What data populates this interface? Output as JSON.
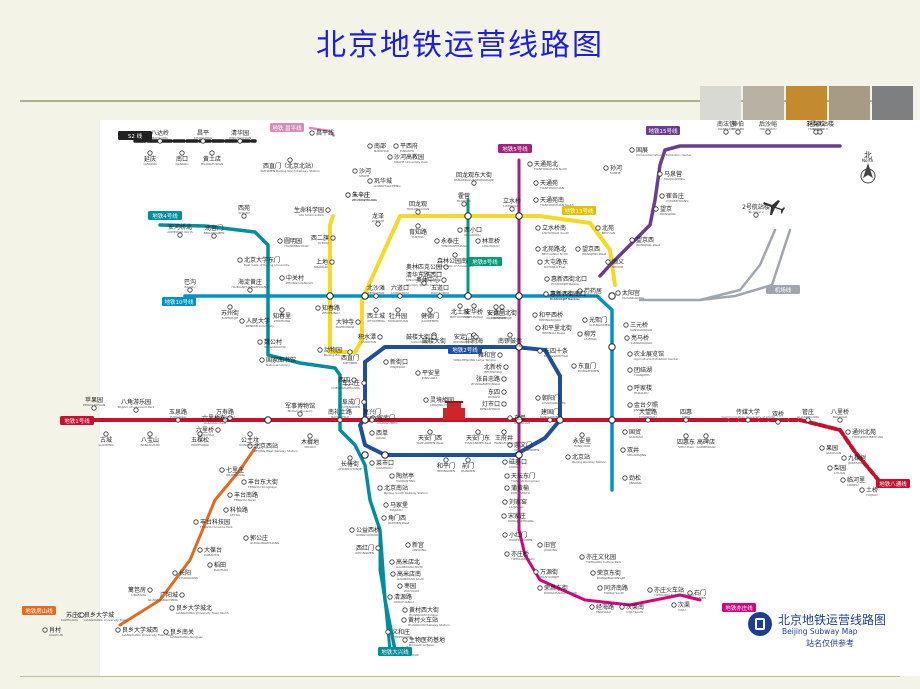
{
  "title": "北京地铁运营线路图",
  "logo": {
    "cn": "北京地铁运营线路图",
    "en": "Beijing Subway Map",
    "note": "站名仅供参考"
  },
  "north": {
    "cn": "北",
    "en": "North"
  },
  "colors": {
    "line1": "#c8102e",
    "line2": "#1f4e9c",
    "line4": "#008e9c",
    "line5": "#a6217f",
    "line8": "#009b77",
    "line10": "#0092c7",
    "line13": "#f4da23",
    "line15": "#6a3d8f",
    "changping": "#d98ab7",
    "fangshan": "#e46b1c",
    "daxing": "#008e9c",
    "yizhuang": "#d4007f",
    "batong": "#c8102e",
    "airport": "#a0a6ae",
    "title": "#1a1fe0"
  },
  "lines": [
    {
      "id": "s2",
      "label": "S2 线"
    },
    {
      "id": "changping",
      "label": "地铁 昌平线"
    },
    {
      "id": "line1",
      "label": "地铁1号线"
    },
    {
      "id": "line2",
      "label": "地铁2号线"
    },
    {
      "id": "line4",
      "label": "地铁4号线"
    },
    {
      "id": "line5",
      "label": "地铁5号线"
    },
    {
      "id": "line8",
      "label": "地铁8号线"
    },
    {
      "id": "line10",
      "label": "地铁10号线"
    },
    {
      "id": "line13",
      "label": "地铁13号线"
    },
    {
      "id": "line15",
      "label": "地铁15号线"
    },
    {
      "id": "fangshan",
      "label": "地铁房山线"
    },
    {
      "id": "daxing",
      "label": "地铁大兴线"
    },
    {
      "id": "yizhuang",
      "label": "地铁亦庄线"
    },
    {
      "id": "batong",
      "label": "地铁八通线"
    },
    {
      "id": "airport",
      "label": "机场线"
    }
  ],
  "stations": [
    {
      "name": "八达岭",
      "en": "BADALING"
    },
    {
      "name": "昌平",
      "en": "CHANGPING"
    },
    {
      "name": "清华园",
      "en": "QINGHUAYUAN"
    },
    {
      "name": "延庆",
      "en": "YANQING"
    },
    {
      "name": "南口",
      "en": "NANKOU"
    },
    {
      "name": "黄土店",
      "en": "HUANGTUDIAN"
    },
    {
      "name": "西直门（北京北站）",
      "en": "XIZHIMEN Beijing North Railway Station"
    },
    {
      "name": "昌平线",
      "en": ""
    },
    {
      "name": "西二旗",
      "en": "XI'ERQI"
    },
    {
      "name": "生命科学园",
      "en": "Life Science Park"
    },
    {
      "name": "朱辛庄",
      "en": "ZHUXINZHUANG"
    },
    {
      "name": "巩华城",
      "en": "GONGHUACHENG"
    },
    {
      "name": "沙河",
      "en": "SHAHE"
    },
    {
      "name": "沙河高教园",
      "en": "SHAHE University Park"
    },
    {
      "name": "南邵",
      "en": "NANSHAO"
    },
    {
      "name": "回龙观",
      "en": "HUILONGGUAN"
    },
    {
      "name": "霍营",
      "en": "HUOYING"
    },
    {
      "name": "立水桥",
      "en": "LISHUIQIAO"
    },
    {
      "name": "回龙观东大街",
      "en": "HUILONGGUANDONGDAJIE"
    },
    {
      "name": "龙泽",
      "en": "LONGZE"
    },
    {
      "name": "平西府",
      "en": "PINGXIFU"
    },
    {
      "name": "育知路",
      "en": "YUZHILU"
    },
    {
      "name": "朱辛庄",
      "en": "ZHUXINZHUANG"
    },
    {
      "name": "西小口",
      "en": "XIXIAOKOU"
    },
    {
      "name": "永泰庄",
      "en": "YONGTAIZHUANG"
    },
    {
      "name": "林萃桥",
      "en": "LINCUIQIAO"
    },
    {
      "name": "森林公园南门",
      "en": "South Gate of Forest Park"
    },
    {
      "name": "奥林匹克公园",
      "en": "Olympic Green"
    },
    {
      "name": "奥体中心",
      "en": "Olympic Sports Center"
    },
    {
      "name": "北土城",
      "en": "BEITUCHENG"
    },
    {
      "name": "安华桥",
      "en": "ANHUAQIAO"
    },
    {
      "name": "安德里北街",
      "en": "ANDELIBEIJIE"
    },
    {
      "name": "鼓楼大街",
      "en": "GULOUDAJIE"
    },
    {
      "name": "什刹海",
      "en": "SHICHAHAI"
    },
    {
      "name": "南锣鼓巷",
      "en": "NANLUOGUXIANG"
    },
    {
      "name": "天通苑北",
      "en": "TIANTONGYUAN North"
    },
    {
      "name": "天通苑",
      "en": "TIANTONGYUAN"
    },
    {
      "name": "天通苑南",
      "en": "TIANTONGYUAN South"
    },
    {
      "name": "立水桥南",
      "en": "LISHUIQIAO South"
    },
    {
      "name": "北苑路北",
      "en": "BEIYUANLU North"
    },
    {
      "name": "大屯路东",
      "en": "DATUNLU East"
    },
    {
      "name": "惠新西街北口",
      "en": "HUIXINXIJIE Beikou"
    },
    {
      "name": "惠新西街南口",
      "en": "HUIXINXIJIE Nankou"
    },
    {
      "name": "和平西桥",
      "en": "HEPINGXIQIAO"
    },
    {
      "name": "和平里北街",
      "en": "HEPINGLI Beijie"
    },
    {
      "name": "雍和宫",
      "en": "YONGHEGONG Lama Temple"
    },
    {
      "name": "北新桥",
      "en": "BEIXINQIAO"
    },
    {
      "name": "张自忠路",
      "en": "ZHANGZIZHONGLU"
    },
    {
      "name": "东四",
      "en": "DONGSI"
    },
    {
      "name": "灯市口",
      "en": "DENGSHIKOU"
    },
    {
      "name": "东单",
      "en": "DONGDAN"
    },
    {
      "name": "崇文门",
      "en": "CHONGWENMEN"
    },
    {
      "name": "磁器口",
      "en": "CIQIKOU"
    },
    {
      "name": "天坛东门",
      "en": "TIANTAN Dongmen"
    },
    {
      "name": "蒲黄榆",
      "en": "PUHUANGYU"
    },
    {
      "name": "刘家窑",
      "en": "LIUJIAYAO"
    },
    {
      "name": "宋家庄",
      "en": "SONGJIAZHUANG"
    },
    {
      "name": "北沙滩",
      "en": "BEISHATAN"
    },
    {
      "name": "六道口",
      "en": "LIUDAOKOU"
    },
    {
      "name": "清华东路西口",
      "en": "QINGHUADONGLU Xikou"
    },
    {
      "name": "五道口",
      "en": "WUDAOKOU"
    },
    {
      "name": "知春路",
      "en": "ZHICHUNLU"
    },
    {
      "name": "大钟寺",
      "en": "DAZHONGSI"
    },
    {
      "name": "西直门",
      "en": "XIZHIMEN"
    },
    {
      "name": "上地",
      "en": "SHANGDI"
    },
    {
      "name": "北苑",
      "en": "BEIYUAN"
    },
    {
      "name": "望京西",
      "en": "WANGJING West"
    },
    {
      "name": "芍药居",
      "en": "SHAOYAOJU"
    },
    {
      "name": "光熙门",
      "en": "GUANGXIMEN"
    },
    {
      "name": "柳芳",
      "en": "LIUFANG"
    },
    {
      "name": "东直门",
      "en": "DONGZHIMEN"
    },
    {
      "name": "巴沟",
      "en": "BAGOU"
    },
    {
      "name": "苏州街",
      "en": "SUZHOUJIE"
    },
    {
      "name": "海淀黄庄",
      "en": "HAIDIANHUANGZHUANG"
    },
    {
      "name": "知春里",
      "en": "ZHICHUNLI"
    },
    {
      "name": "西土城",
      "en": "XITUCHENG"
    },
    {
      "name": "牡丹园",
      "en": "MUDANYUAN"
    },
    {
      "name": "健德门",
      "en": "JIANDEMEN"
    },
    {
      "name": "安贞门",
      "en": "ANZHENMEN"
    },
    {
      "name": "惠新西街南口",
      "en": "HUIXINXIJIE Nankou"
    },
    {
      "name": "太阳宫",
      "en": "TAIYANGGONG"
    },
    {
      "name": "三元桥",
      "en": "SANYUANQIAO"
    },
    {
      "name": "亮马桥",
      "en": "LIANGMAQIAO"
    },
    {
      "name": "农业展览馆",
      "en": "Agricultural Exhibition Center"
    },
    {
      "name": "团结湖",
      "en": "TUANJIEHU"
    },
    {
      "name": "呼家楼",
      "en": "HUJIALOU"
    },
    {
      "name": "金台夕照",
      "en": "JINTAIXIZHAO"
    },
    {
      "name": "国贸",
      "en": "GUOMAO"
    },
    {
      "name": "双井",
      "en": "SHUANGJING"
    },
    {
      "name": "劲松",
      "en": "JINSONG"
    },
    {
      "name": "安河桥北",
      "en": "ANHEQIAO North"
    },
    {
      "name": "北宫门",
      "en": "BEIGONGMEN"
    },
    {
      "name": "西苑",
      "en": "XIYUAN"
    },
    {
      "name": "圆明园",
      "en": "YUANMINGYUAN"
    },
    {
      "name": "北京大学东门",
      "en": "East Gate of Peking University"
    },
    {
      "name": "中关村",
      "en": "ZHONGGUANCUN"
    },
    {
      "name": "人民大学",
      "en": "RENMIN University"
    },
    {
      "name": "魏公村",
      "en": "WEIGONGCUN"
    },
    {
      "name": "国家图书馆",
      "en": "National Library"
    },
    {
      "name": "动物园",
      "en": "Beijing Zoo"
    },
    {
      "name": "新街口",
      "en": "XINJIEKOU"
    },
    {
      "name": "平安里",
      "en": "PING'ANLI"
    },
    {
      "name": "西四",
      "en": "XISI"
    },
    {
      "name": "灵境胡同",
      "en": "LINGJING Hutong"
    },
    {
      "name": "西单",
      "en": "XIDAN"
    },
    {
      "name": "宣武门",
      "en": "XUANWUMEN"
    },
    {
      "name": "菜市口",
      "en": "CAISHIKOU"
    },
    {
      "name": "陶然亭",
      "en": "TAORANTING"
    },
    {
      "name": "北京南站",
      "en": "Beijing South Railway Station"
    },
    {
      "name": "马家堡",
      "en": "MAJIAPU"
    },
    {
      "name": "角门西",
      "en": "JIAOMEN West"
    },
    {
      "name": "公益西桥",
      "en": "GONGYIXIQIAO"
    },
    {
      "name": "新宫",
      "en": "XINGONG"
    },
    {
      "name": "西红门",
      "en": "XIHONGMEN"
    },
    {
      "name": "高米店北",
      "en": "GAOMIDIAN North"
    },
    {
      "name": "高米店南",
      "en": "GAOMIDIAN South"
    },
    {
      "name": "枣园",
      "en": "ZAOYUAN"
    },
    {
      "name": "清源路",
      "en": "QINGYUANLU"
    },
    {
      "name": "黄村西大街",
      "en": "HUANGCUN Xidajie"
    },
    {
      "name": "黄村火车站",
      "en": "HUANGCUN Railway Station"
    },
    {
      "name": "义和庄",
      "en": "YIHEZHUANG"
    },
    {
      "name": "生物医药基地",
      "en": "Biomedical Base"
    },
    {
      "name": "天宫院",
      "en": "TIANGONGYUAN"
    },
    {
      "name": "苹果园",
      "en": "PINGGUOYUAN"
    },
    {
      "name": "古城",
      "en": "GUCHENG"
    },
    {
      "name": "八角游乐园",
      "en": "BAJIAO Amusement Park"
    },
    {
      "name": "八宝山",
      "en": "BABAOSHAN"
    },
    {
      "name": "玉泉路",
      "en": "YUQUANLU"
    },
    {
      "name": "五棵松",
      "en": "WUKESONG"
    },
    {
      "name": "万寿路",
      "en": "WANSHOULU"
    },
    {
      "name": "公主坟",
      "en": "GONGZHUFEN"
    },
    {
      "name": "军事博物馆",
      "en": "Military Museum"
    },
    {
      "name": "木樨地",
      "en": "MUXIDI"
    },
    {
      "name": "南礼士路",
      "en": "NANLISHILU"
    },
    {
      "name": "复兴门",
      "en": "FUXINGMEN"
    },
    {
      "name": "天安门西",
      "en": "TIAN'ANMEN West"
    },
    {
      "name": "天安门东",
      "en": "TIAN'ANMEN East"
    },
    {
      "name": "王府井",
      "en": "WANGFUJING"
    },
    {
      "name": "建国门",
      "en": "JIANGUOMEN"
    },
    {
      "name": "永安里",
      "en": "YONG'ANLI"
    },
    {
      "name": "大望路",
      "en": "DAWANGLU"
    },
    {
      "name": "四惠",
      "en": "SIHUI"
    },
    {
      "name": "四惠东",
      "en": "SIHUI East"
    },
    {
      "name": "高碑店",
      "en": "GAOBEIDIAN"
    },
    {
      "name": "传媒大学",
      "en": "Communication University of China"
    },
    {
      "name": "双桥",
      "en": "SHUANGQIAO"
    },
    {
      "name": "管庄",
      "en": "GUANZHUANG"
    },
    {
      "name": "八里桥",
      "en": "BALIQIAO"
    },
    {
      "name": "通州北苑",
      "en": "TONGZHOUBEIYUAN"
    },
    {
      "name": "果园",
      "en": "GUOYUAN"
    },
    {
      "name": "九棵树",
      "en": "JIUKESHU"
    },
    {
      "name": "梨园",
      "en": "LIYUAN"
    },
    {
      "name": "临河里",
      "en": "LINHELI"
    },
    {
      "name": "土桥",
      "en": "TUQIAO"
    },
    {
      "name": "长椿街",
      "en": "CHANGCHUNJIE"
    },
    {
      "name": "和平门",
      "en": "HEPINGMEN"
    },
    {
      "name": "前门",
      "en": "QIANMEN"
    },
    {
      "name": "北京站",
      "en": "Beijing Railway Station"
    },
    {
      "name": "朝阳门",
      "en": "CHAOYANGMEN"
    },
    {
      "name": "车公庄",
      "en": "CHEGONGZHUANG"
    },
    {
      "name": "阜成门",
      "en": "FUCHENGMEN"
    },
    {
      "name": "积水潭",
      "en": "JISHUITAN"
    },
    {
      "name": "鼓楼大街",
      "en": "GULOUDAJIE"
    },
    {
      "name": "安定门",
      "en": "ANDINGMEN"
    },
    {
      "name": "东四十条",
      "en": "DONGSISHITIAO"
    },
    {
      "name": "北京西站",
      "en": "BEIJING West Railway Station"
    },
    {
      "name": "六里桥东",
      "en": "LIULIQIAO East"
    },
    {
      "name": "六里桥",
      "en": "LIULIQIAO"
    },
    {
      "name": "七里庄",
      "en": "QILIZHUANG"
    },
    {
      "name": "丰台东大街",
      "en": "FENGTAI Dongdajie"
    },
    {
      "name": "丰台南路",
      "en": "FENGTAI Nanlu"
    },
    {
      "name": "科怡路",
      "en": "KEYILU"
    },
    {
      "name": "丰台科技园",
      "en": "FENGTAI Science Park"
    },
    {
      "name": "郭公庄",
      "en": "GUOGONGZHUANG"
    },
    {
      "name": "大葆台",
      "en": "DABAOTAI"
    },
    {
      "name": "稻田",
      "en": "DAOTIAN"
    },
    {
      "name": "长阳",
      "en": "CHANGYANG"
    },
    {
      "name": "篱笆房",
      "en": "LIBAFANG"
    },
    {
      "name": "广阳城",
      "en": "GUANGYANGCHENG"
    },
    {
      "name": "良乡大学城北",
      "en": "LIANGXIANG University Town North"
    },
    {
      "name": "良乡大学城",
      "en": "LIANGXIANG University Town"
    },
    {
      "name": "良乡大学城西",
      "en": "LIANGXIANG University Town West"
    },
    {
      "name": "良乡南关",
      "en": "LIANGXIANG Nanguan"
    },
    {
      "name": "苏庄",
      "en": "SUZHUANG"
    },
    {
      "name": "肖村",
      "en": "XIAOCUN"
    },
    {
      "name": "小红门",
      "en": "XIAOHONGMEN"
    },
    {
      "name": "旧宫",
      "en": "JIUGONG"
    },
    {
      "name": "亦庄桥",
      "en": "YIZHUANGQIAO"
    },
    {
      "name": "亦庄文化园",
      "en": "YIZHUANG Culture Park"
    },
    {
      "name": "万源街",
      "en": "WANYUANJIE"
    },
    {
      "name": "荣京东街",
      "en": "RONGJINGDONGJIE"
    },
    {
      "name": "荣昌东街",
      "en": "RONGCHANGDONGJIE"
    },
    {
      "name": "同济南路",
      "en": "TONGJI South"
    },
    {
      "name": "经海路",
      "en": "JINGHAILU"
    },
    {
      "name": "次渠南",
      "en": "CIQU South"
    },
    {
      "name": "次渠",
      "en": "CIQU"
    },
    {
      "name": "亦庄火车站",
      "en": "YIZHUANG Railway Station"
    },
    {
      "name": "石门",
      "en": "SHIMEN"
    },
    {
      "name": "南法信",
      "en": "NANFAXIN"
    },
    {
      "name": "后沙峪",
      "en": "HOUSHAYU"
    },
    {
      "name": "花梨坎",
      "en": "HUALIKAN"
    },
    {
      "name": "国展",
      "en": "China International Exhibition Center"
    },
    {
      "name": "孙河",
      "en": "SUNHE"
    },
    {
      "name": "马泉营",
      "en": "MAQUANYING"
    },
    {
      "name": "崔各庄",
      "en": "CUIGEZHUANG"
    },
    {
      "name": "望京",
      "en": "WANGJING"
    },
    {
      "name": "望京西",
      "en": "WANGJING West"
    },
    {
      "name": "顺义",
      "en": "SHUNYI"
    },
    {
      "name": "俸伯",
      "en": "FENGBO"
    },
    {
      "name": "3号航站楼",
      "en": "Terminal 3"
    },
    {
      "name": "2号航站楼",
      "en": "Terminal 2"
    }
  ]
}
